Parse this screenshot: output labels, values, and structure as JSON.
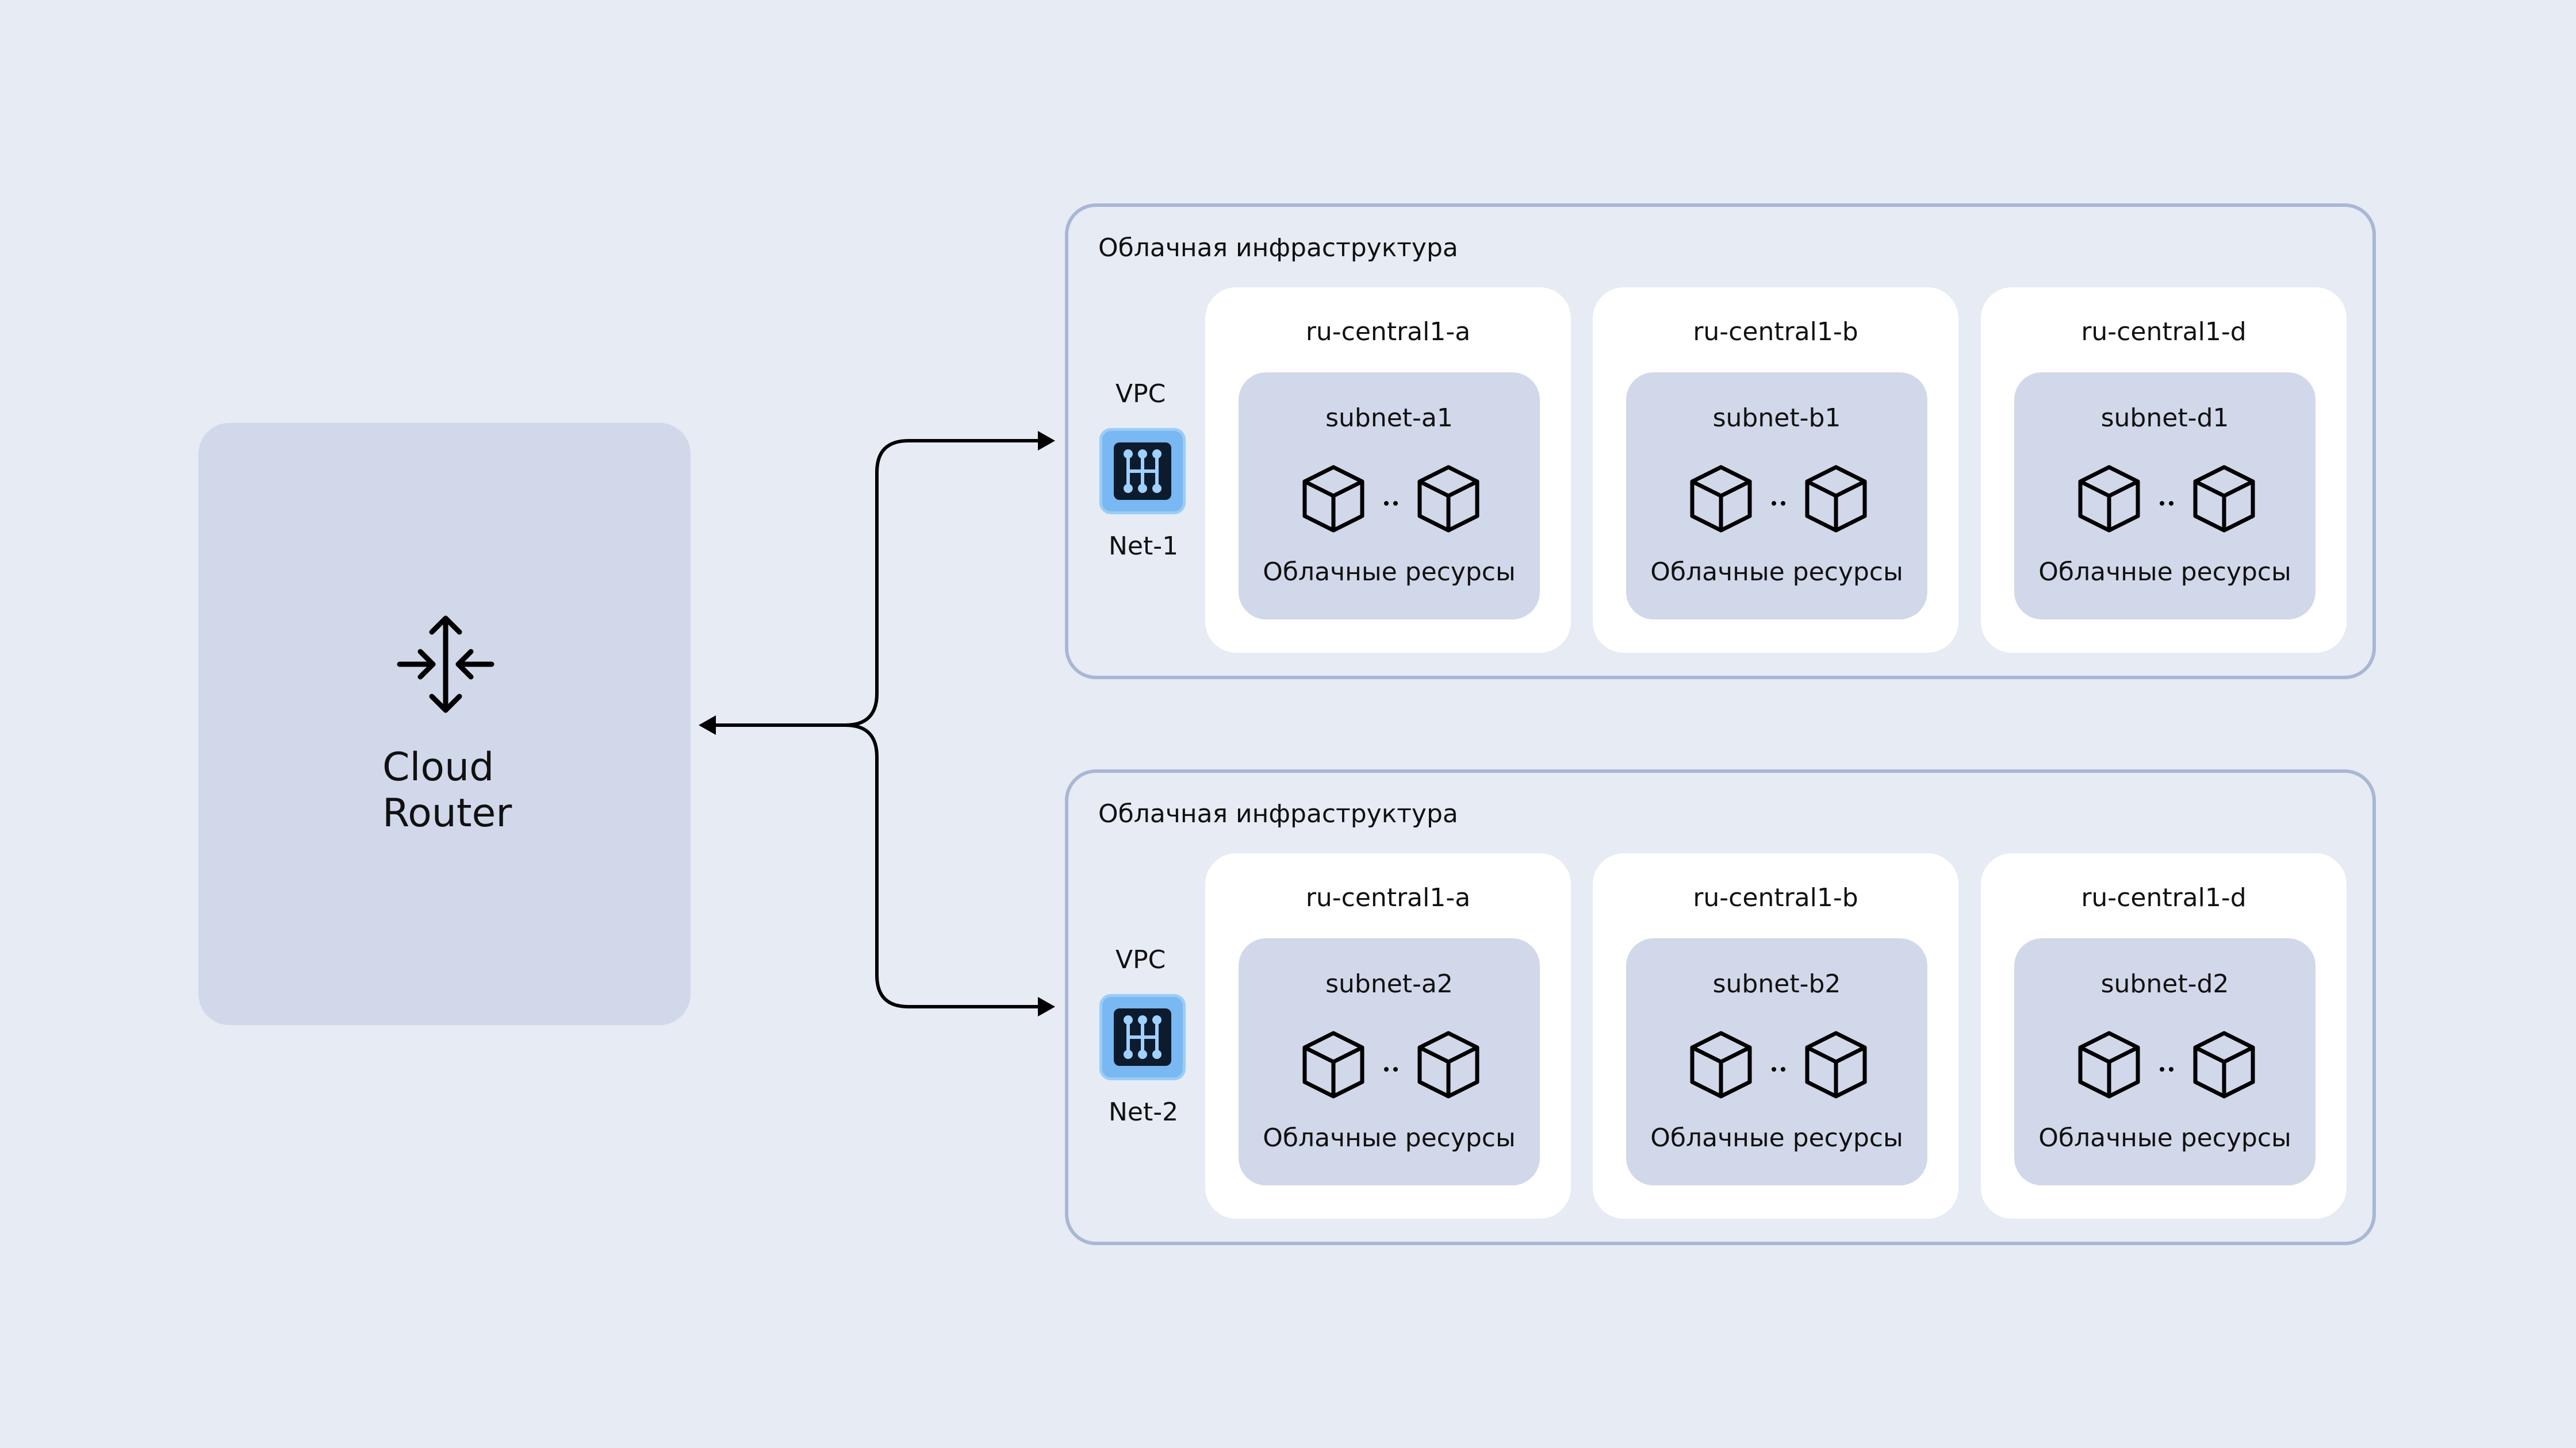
{
  "router": {
    "label": "Cloud\nRouter",
    "icon": "router-arrows-icon"
  },
  "colors": {
    "background": "#e6ebf4",
    "panel": "#d1d8ea",
    "border": "#a9b6d4",
    "zone": "#ffffff",
    "vpc_icon": "#79b8f2"
  },
  "infrastructures": [
    {
      "title": "Облачная инфраструктура",
      "vpc_label": "VPC",
      "network": "Net-1",
      "zones": [
        {
          "name": "ru-central1-a",
          "subnet": "subnet-a1",
          "resources": "Облачные ресурсы"
        },
        {
          "name": "ru-central1-b",
          "subnet": "subnet-b1",
          "resources": "Облачные ресурсы"
        },
        {
          "name": "ru-central1-d",
          "subnet": "subnet-d1",
          "resources": "Облачные ресурсы"
        }
      ]
    },
    {
      "title": "Облачная инфраструктура",
      "vpc_label": "VPC",
      "network": "Net-2",
      "zones": [
        {
          "name": "ru-central1-a",
          "subnet": "subnet-a2",
          "resources": "Облачные ресурсы"
        },
        {
          "name": "ru-central1-b",
          "subnet": "subnet-b2",
          "resources": "Облачные ресурсы"
        },
        {
          "name": "ru-central1-d",
          "subnet": "subnet-d2",
          "resources": "Облачные ресурсы"
        }
      ]
    }
  ]
}
